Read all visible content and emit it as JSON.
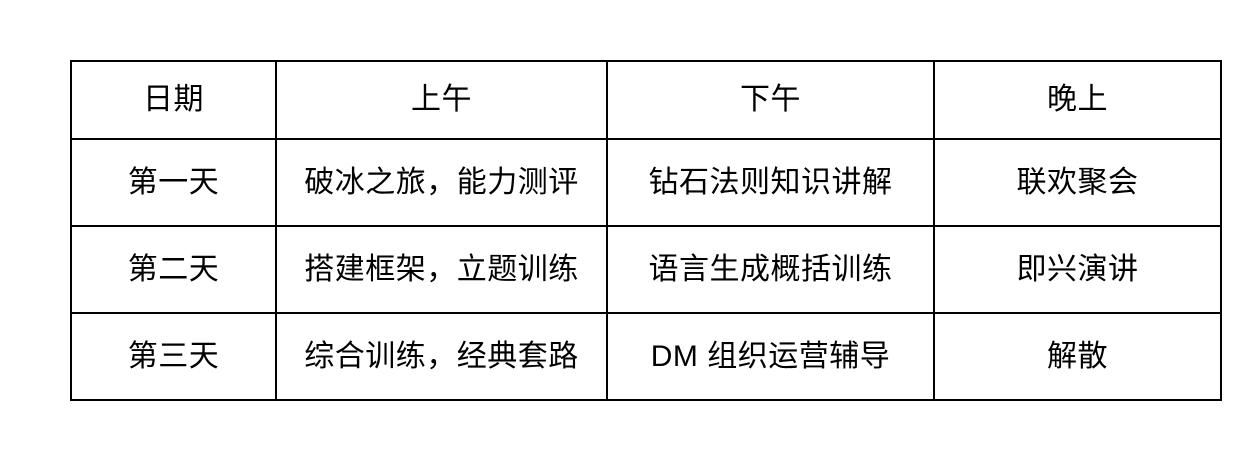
{
  "table": {
    "headers": [
      "日期",
      "上午",
      "下午",
      "晚上"
    ],
    "rows": [
      {
        "day": "第一天",
        "morning": "破冰之旅，能力测评",
        "afternoon": "钻石法则知识讲解",
        "evening": "联欢聚会"
      },
      {
        "day": "第二天",
        "morning": "搭建框架，立题训练",
        "afternoon": "语言生成概括训练",
        "evening": "即兴演讲"
      },
      {
        "day": "第三天",
        "morning": "综合训练，经典套路",
        "afternoon": "DM 组织运营辅导",
        "evening": "解散"
      }
    ]
  },
  "style": {
    "border_color": "#000000",
    "text_color": "#000000",
    "background_color": "#ffffff"
  }
}
